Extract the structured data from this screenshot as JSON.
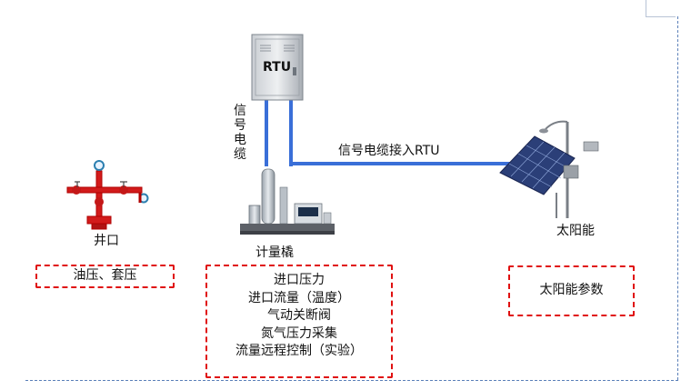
{
  "rtu_label": "RTU",
  "cable_vertical_chars": [
    "信",
    "号",
    "电",
    "缆"
  ],
  "cable_link_label": "信号电缆接入RTU",
  "wellhead": {
    "label": "井口",
    "params": [
      "油压、套压"
    ]
  },
  "metering": {
    "label": "计量橇",
    "params": [
      "进口压力",
      "进口流量（温度）",
      "气动关断阀",
      "氮气压力采集",
      "流量远程控制（实验）"
    ]
  },
  "solar": {
    "label": "太阳能",
    "params": [
      "太阳能参数"
    ]
  },
  "colors": {
    "cable": "#3a6fd8",
    "dashed_box": "#e01010",
    "frame": "#5a7fb8"
  }
}
